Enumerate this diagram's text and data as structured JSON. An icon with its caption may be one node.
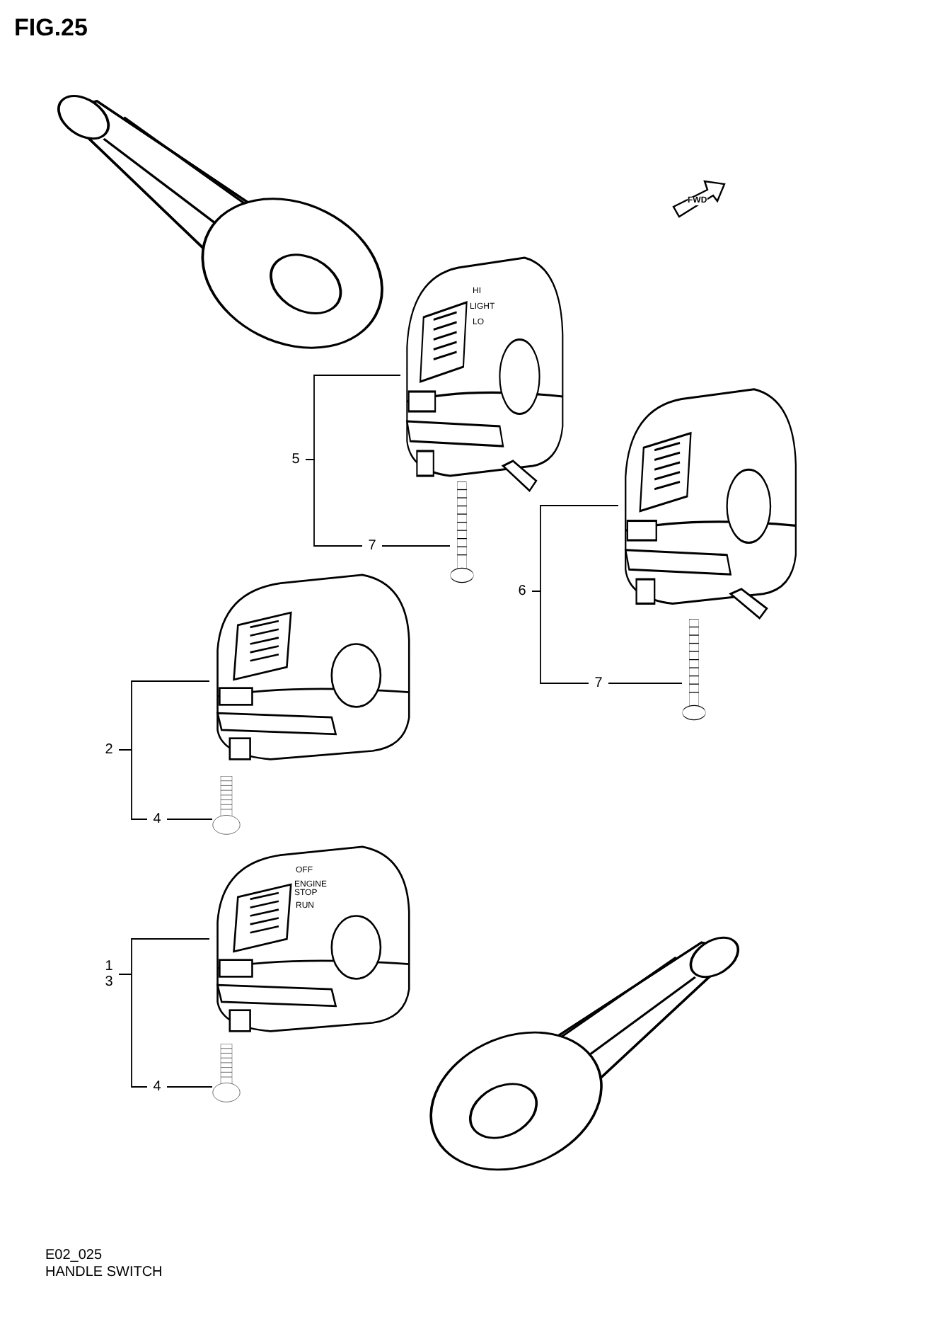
{
  "diagram": {
    "title": "FIG.25",
    "caption": "HANDLE SWITCH",
    "nodes": [
      {
        "text": [
          "5"
        ]
      },
      {
        "text": [],
        "shape": "picture"
      },
      {
        "text": [
          "7"
        ]
      },
      {
        "text": [],
        "shape": "picture"
      },
      {
        "text": [
          "6"
        ]
      },
      {
        "text": [],
        "shape": "picture"
      },
      {
        "text": [
          "7"
        ]
      },
      {
        "text": [],
        "shape": "picture"
      },
      {
        "text": [
          "2"
        ]
      },
      {
        "text": [],
        "shape": "picture"
      },
      {
        "text": [
          "4"
        ]
      },
      {
        "text": [],
        "shape": "picture"
      },
      {
        "text": [
          "1",
          "3"
        ]
      },
      {
        "text": [],
        "shape": "picture"
      },
      {
        "text": [
          "4"
        ]
      },
      {
        "text": [],
        "shape": "picture"
      }
    ],
    "edges": [
      {
        "from": 0,
        "to": 1,
        "arrow": "none"
      },
      {
        "from": 0,
        "to": 2,
        "arrow": "none"
      },
      {
        "from": 2,
        "to": 3,
        "arrow": "none"
      },
      {
        "from": 4,
        "to": 5,
        "arrow": "none"
      },
      {
        "from": 4,
        "to": 6,
        "arrow": "none"
      },
      {
        "from": 6,
        "to": 7,
        "arrow": "none"
      },
      {
        "from": 8,
        "to": 9,
        "arrow": "none"
      },
      {
        "from": 8,
        "to": 10,
        "arrow": "none"
      },
      {
        "from": 10,
        "to": 11,
        "arrow": "none"
      },
      {
        "from": 12,
        "to": 13,
        "arrow": "none"
      },
      {
        "from": 12,
        "to": 14,
        "arrow": "none"
      },
      {
        "from": 14,
        "to": 15,
        "arrow": "none"
      }
    ],
    "labels": [
      "FWD",
      "HI",
      "LIGHT",
      "LO",
      "OFF",
      "ENGINE STOP",
      "RUN",
      "E02_025"
    ]
  }
}
